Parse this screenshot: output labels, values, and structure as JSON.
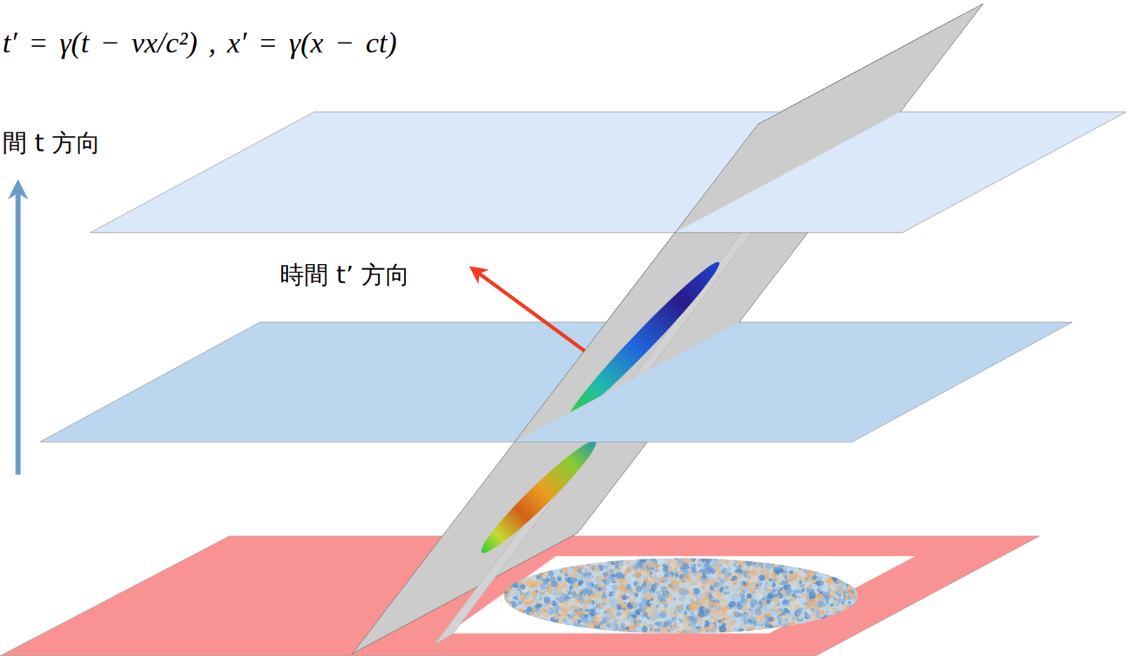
{
  "diagram": {
    "labels": [
      "t′ = γ(t − vx/c²) ,   x′ = γ(x − ct)",
      "間 t 方向",
      "時間 t’ 方向"
    ]
  }
}
